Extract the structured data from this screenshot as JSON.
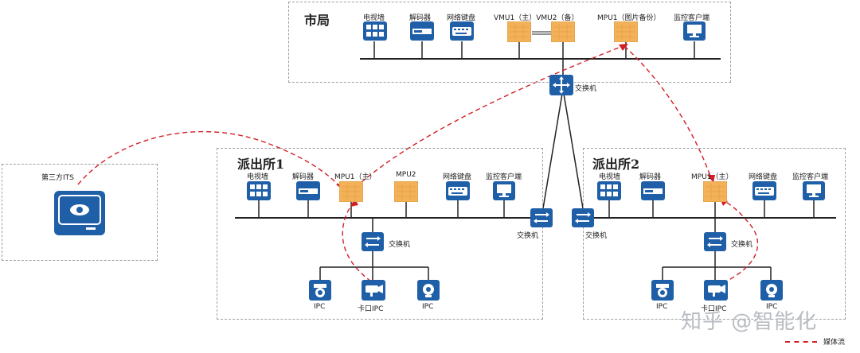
{
  "city_bureau": {
    "title": "市局",
    "labels": {
      "tv_wall": "电视墙",
      "decoder": "解码器",
      "net_keyboard": "网络键盘",
      "vmu": "VMU1（主）VMU2（备）",
      "mpu": "MPU1（图片备份）",
      "monitor_client": "监控客户端"
    }
  },
  "core_switch": {
    "label": "交换机"
  },
  "station1": {
    "title": "派出所1",
    "labels": {
      "tv_wall": "电视墙",
      "decoder": "解码器",
      "mpu1": "MPU1（主）",
      "mpu2": "MPU2",
      "net_keyboard": "网络键盘",
      "monitor_client": "监控客户端",
      "uplink_switch": "交换机",
      "access_switch": "交换机",
      "ipc_left": "IPC",
      "checkpoint_ipc": "卡口IPC",
      "ipc_right": "IPC"
    }
  },
  "station2": {
    "title": "派出所2",
    "labels": {
      "uplink_switch": "交换机",
      "tv_wall": "电视墙",
      "decoder": "解码器",
      "mpu1": "MPU1（主）",
      "net_keyboard": "网络键盘",
      "monitor_client": "监控客户端",
      "access_switch": "交换机",
      "ipc_left": "IPC",
      "checkpoint_ipc": "卡口IPC",
      "ipc_right": "IPC"
    }
  },
  "third_party": {
    "label": "第三方ITS"
  },
  "legend": {
    "media_stream": "媒体流"
  },
  "watermark": "知乎 @智能化",
  "colors": {
    "device_blue": "#1f5fa8",
    "server_orange": "#f3b25a",
    "media_flow": "#d21f26"
  }
}
